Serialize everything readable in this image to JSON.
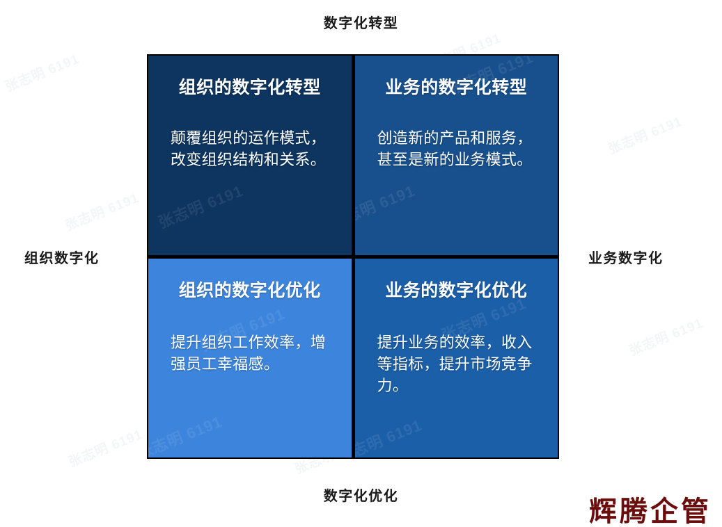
{
  "axes": {
    "top_label": "数字化转型",
    "bottom_label": "数字化优化",
    "left_label": "组织数字化",
    "right_label": "业务数字化"
  },
  "matrix": {
    "quadrants": [
      {
        "position": "top-left",
        "title": "组织的数字化转型",
        "body": "颠覆组织的运作模式，改变组织结构和关系。",
        "color": "#0d3560"
      },
      {
        "position": "top-right",
        "title": "业务的数字化转型",
        "body": "创造新的产品和服务，甚至是新的业务模式。",
        "color": "#17508d"
      },
      {
        "position": "bottom-left",
        "title": "组织的数字化优化",
        "body": "提升组织工作效率，增强员工幸福感。",
        "color": "#3d85dc"
      },
      {
        "position": "bottom-right",
        "title": "业务的数字化优化",
        "body": "提升业务的效率，收入等指标，提升市场竞争力。",
        "color": "#1b5fa8"
      }
    ]
  },
  "brand": {
    "text": "辉腾企管",
    "color": "#6b0d0d"
  },
  "watermark": {
    "text": "张志明 6191",
    "color": "#f3f5f7"
  }
}
